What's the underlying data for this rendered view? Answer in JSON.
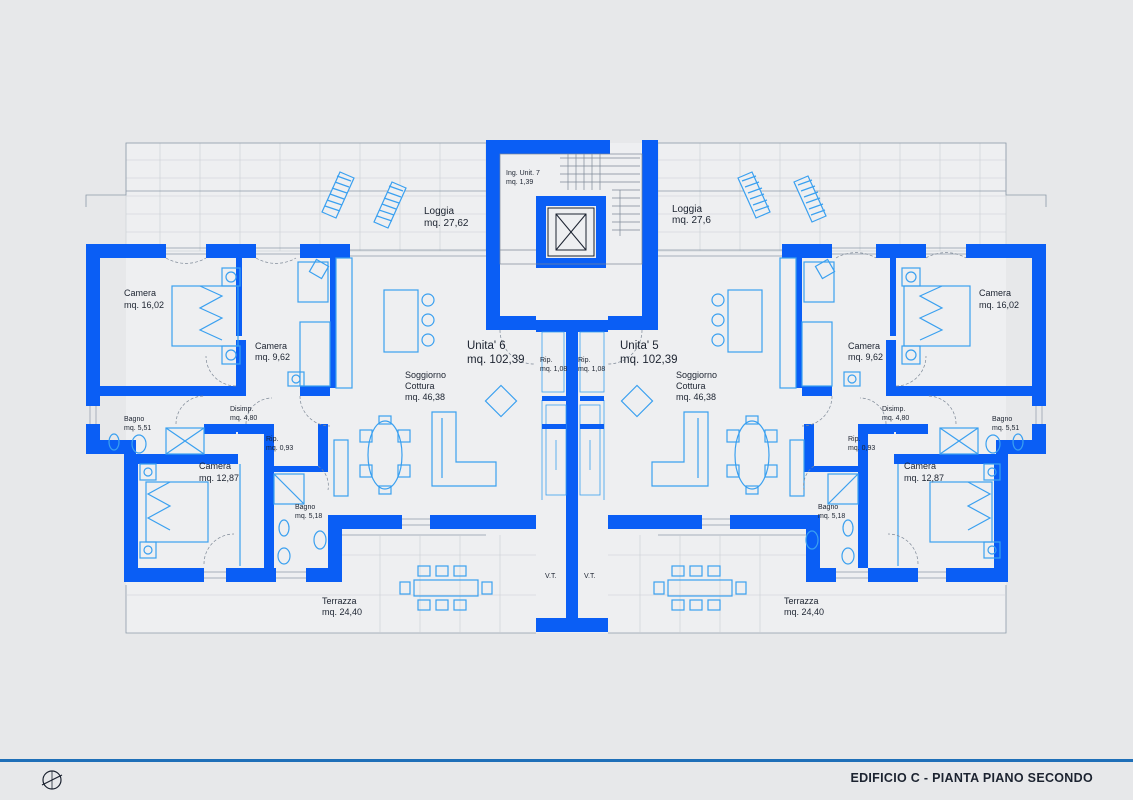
{
  "title": "EDIFICIO C - PIANTA PIANO SECONDO",
  "colors": {
    "wall": "#0a5ef5",
    "fixture": "#3aa0f0",
    "line": "#8d9aa8",
    "background": "#e7e8ea",
    "floor": "#eeeff1",
    "footer_rule": "#1f6fb8"
  },
  "units": {
    "u6": {
      "name": "Unita' 6",
      "area": "mq. 102,39"
    },
    "u5": {
      "name": "Unita' 5",
      "area": "mq. 102,39"
    }
  },
  "core": {
    "ing": "Ing. Unit. 7",
    "ing_area": "mq. 1,39",
    "rip_l": "Rip.",
    "rip_l_area": "mq. 1,08",
    "rip_r": "Rip.",
    "rip_r_area": "mq. 1,08",
    "vt": "V.T."
  },
  "left": {
    "loggia": "Loggia",
    "loggia_area": "mq. 27,62",
    "camera1": "Camera",
    "camera1_area": "mq. 16,02",
    "camera2": "Camera",
    "camera2_area": "mq.  9,62",
    "soggiorno": "Soggiorno",
    "cottura": "Cottura",
    "soggiorno_area": "mq.  46,38",
    "bagno1": "Bagno",
    "bagno1_area": "mq.  5,51",
    "disimp": "Disimp.",
    "disimp_area": "mq.  4,80",
    "camera3": "Camera",
    "camera3_area": "mq. 12,87",
    "rip": "Rip.",
    "rip_area": "mq. 0,93",
    "bagno2": "Bagno",
    "bagno2_area": "mq.  5,18",
    "terrazza": "Terrazza",
    "terrazza_area": "mq. 24,40"
  },
  "right": {
    "loggia": "Loggia",
    "loggia_area": "mq.  27,6",
    "camera1": "Camera",
    "camera1_area": "mq. 16,02",
    "camera2": "Camera",
    "camera2_area": "mq.  9,62",
    "soggiorno": "Soggiorno",
    "cottura": "Cottura",
    "soggiorno_area": "mq.  46,38",
    "bagno1": "Bagno",
    "bagno1_area": "mq.  5,51",
    "disimp": "Disimp.",
    "disimp_area": "mq.  4,80",
    "camera3": "Camera",
    "camera3_area": "mq. 12,87",
    "rip": "Rip.",
    "rip_area": "mq. 0,93",
    "bagno2": "Bagno",
    "bagno2_area": "mq.  5,18",
    "terrazza": "Terrazza",
    "terrazza_area": "mq. 24,40"
  }
}
